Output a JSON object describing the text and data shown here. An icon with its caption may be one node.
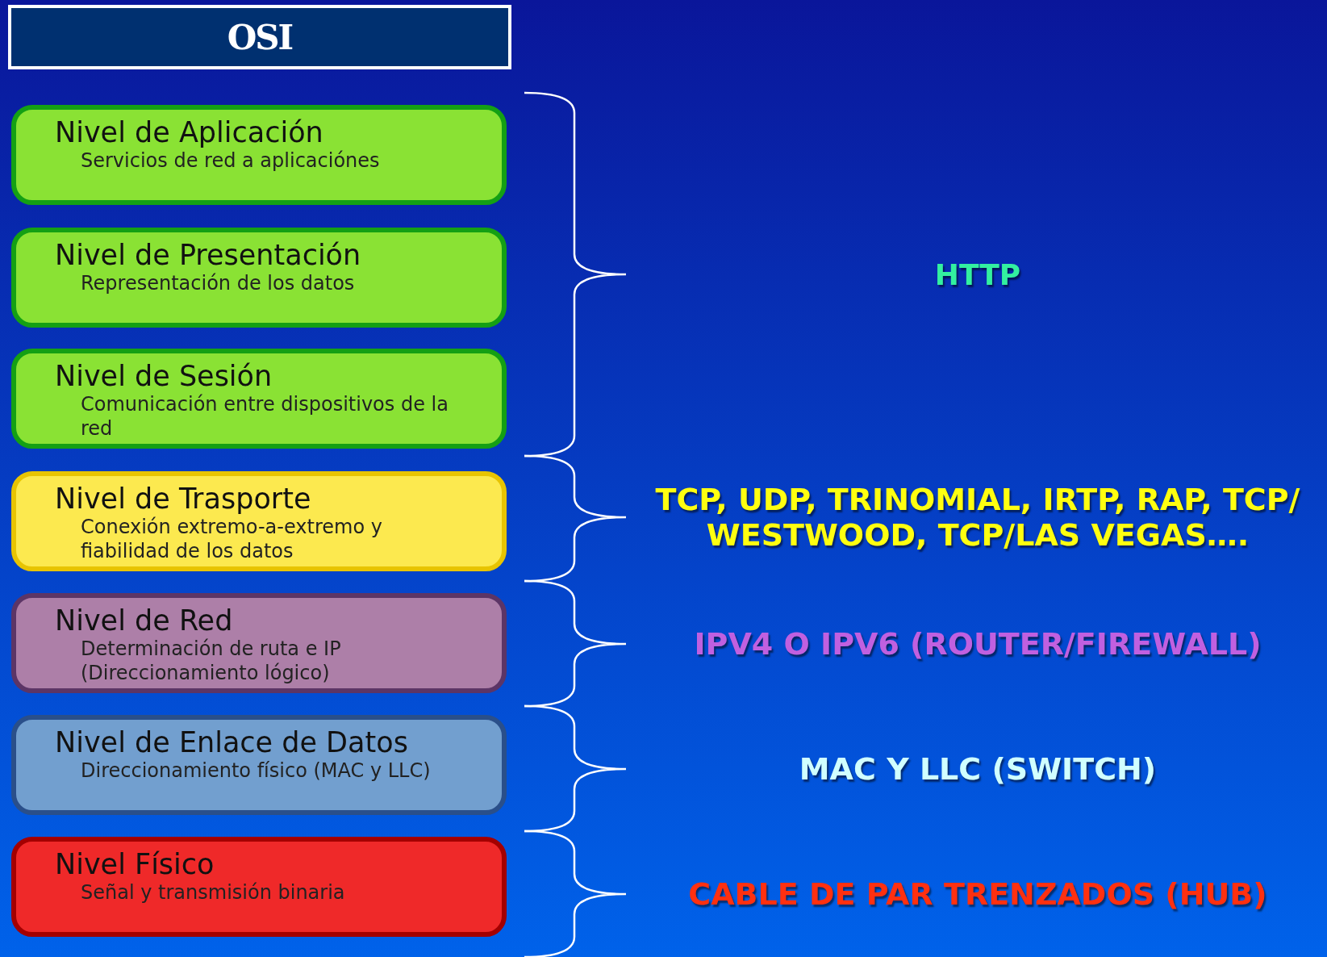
{
  "diagram": {
    "nodes": [
      {
        "text": [
          "OSI"
        ]
      },
      {
        "text": [
          "Nivel de Aplicación",
          "Servicios de red a aplicaciónes"
        ]
      },
      {
        "text": [
          "Nivel de Presentación",
          "Representación de los datos"
        ]
      },
      {
        "text": [
          "Nivel de Sesión",
          "Comunicación entre dispositivos de la red"
        ]
      },
      {
        "text": [
          "Nivel de Trasporte",
          "Conexión extremo-a-extremo y fiabilidad de los datos"
        ]
      },
      {
        "text": [
          "Nivel de Red",
          "Determinación de ruta e IP (Direccionamiento lógico)"
        ]
      },
      {
        "text": [
          "Nivel de Enlace de Datos",
          "Direccionamiento físico (MAC y LLC)"
        ]
      },
      {
        "text": [
          "Nivel Físico",
          "Señal y transmisión binaria"
        ]
      }
    ],
    "edges": [],
    "labels": [
      "HTTP",
      "TCP, UDP, TRINOMIAL, IRTP, RAP, TCP/ WESTWOOD, TCP/LAS VEGAS….",
      "IPV4 O IPV6 (ROUTER/FIREWALL)",
      "MAC Y LLC (SWITCH)",
      "CABLE DE PAR TRENZADOS (HUB)"
    ]
  }
}
